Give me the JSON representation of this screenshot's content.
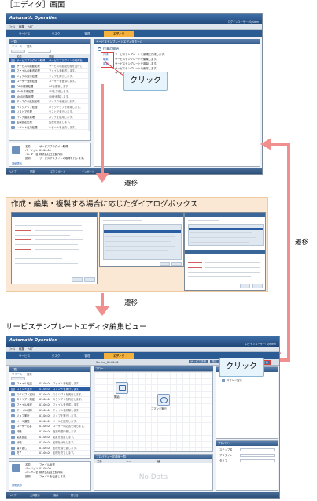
{
  "captions": {
    "editor_screen": "［エディタ］画面",
    "dialogs": "作成・編集・複製する場合に応じたダイアログボックス",
    "template_editor_view": "サービステンプレートエディタ編集ビュー"
  },
  "arrows": {
    "transition_label": "遷移"
  },
  "callouts": {
    "click": "クリック"
  },
  "app": {
    "brand": "Automatic Operation",
    "menus": [
      "ﾌｧｲﾙ",
      "編集",
      "ﾍﾙﾌﾟ"
    ],
    "tabs": [
      "サービス",
      "タスク",
      "管理",
      "エディタ"
    ],
    "user": "ログインユーザー: System"
  },
  "shot1": {
    "left_panel_title": "一覧",
    "left_tabs": [
      "リリース",
      "開発"
    ],
    "columns": [
      "名前",
      "説明"
    ],
    "rows": [
      {
        "name": "サービスプラグイン取得",
        "desc": "サービスプラグインの取得を行います。"
      },
      {
        "name": "サービスの起動処理",
        "desc": "サービスの起動処理を実行します。"
      },
      {
        "name": "ファイルの転送処理",
        "desc": "ファイルを転送します。"
      },
      {
        "name": "ジョブの実行処理",
        "desc": "ジョブを実行します。"
      },
      {
        "name": "ユーザー登録処理",
        "desc": "ユーザーを登録します。"
      },
      {
        "name": "OSの更新処理",
        "desc": "OSを更新します。"
      },
      {
        "name": "VMの作成処理",
        "desc": "VMを作成します。"
      },
      {
        "name": "VMの削除処理",
        "desc": "VMを削除します。"
      },
      {
        "name": "ディスクの追加処理",
        "desc": "ディスクを追加します。"
      },
      {
        "name": "バックアップ処理",
        "desc": "バックアップを取得します。"
      },
      {
        "name": "リストア処理",
        "desc": "リストアを行います。"
      },
      {
        "name": "パッチ適用処理",
        "desc": "パッチを適用します。"
      },
      {
        "name": "監視設定処理",
        "desc": "監視を設定します。"
      },
      {
        "name": "レポート出力処理",
        "desc": "レポートを出力します。"
      }
    ],
    "details": [
      {
        "label": "名前:",
        "value": "サービスプラグイン取得"
      },
      {
        "label": "バージョン:",
        "value": "01.00.00"
      },
      {
        "label": "ベンダー名:",
        "value": "株式会社日立製作所"
      },
      {
        "label": "説明:",
        "value": "サービスプラグインの取得を行います。"
      }
    ],
    "details_link": "詳細表示",
    "right_panel_title": "サービステンプレートエディタホーム",
    "start_title": "作業の開始",
    "start_links": [
      {
        "label": "作成",
        "desc": "サービステンプレートを新規に作成します。"
      },
      {
        "label": "編集",
        "desc": "サービステンプレートを編集します。"
      },
      {
        "label": "複製",
        "desc": "サービステンプレートを複製します。"
      }
    ],
    "extra_lines": [
      "サービステンプレートを削除します。",
      "サービステンプレートをインポートします。"
    ],
    "status": [
      "ヘルプ",
      "更新",
      "エクスポート",
      "インポート"
    ]
  },
  "shot2": {
    "breadcrumb": "Service_01.00.00",
    "canvas_title": "フロー",
    "toolbar": [
      "サービス情報",
      "構成",
      "ビルド",
      "リリース",
      "閉じる"
    ],
    "left_panel_title": "一覧",
    "left_tabs": [
      "リリース",
      "開発"
    ],
    "rows": [
      {
        "name": "ファイル転送",
        "ver": "01.00.00",
        "desc": "ファイルを転送します。"
      },
      {
        "name": "コマンド実行",
        "ver": "01.00.00",
        "desc": "コマンドを実行します。"
      },
      {
        "name": "スクリプト実行",
        "ver": "01.00.00",
        "desc": "スクリプトを実行します。"
      },
      {
        "name": "スクリプト判定",
        "ver": "01.00.00",
        "desc": "スクリプトを判定します。"
      },
      {
        "name": "ファイル作成",
        "ver": "01.00.00",
        "desc": "ファイルを作成します。"
      },
      {
        "name": "ファイル削除",
        "ver": "01.00.00",
        "desc": "ファイルを削除します。"
      },
      {
        "name": "ジョブ実行",
        "ver": "01.00.00",
        "desc": "ジョブを実行します。"
      },
      {
        "name": "メール通知",
        "ver": "01.00.00",
        "desc": "メールで通知します。"
      },
      {
        "name": "ユーザー応答",
        "ver": "01.00.00",
        "desc": "ユーザーの応答を待ちます。"
      },
      {
        "name": "待機",
        "ver": "01.00.00",
        "desc": "指定時間待機します。"
      },
      {
        "name": "変数設定",
        "ver": "01.00.00",
        "desc": "変数を設定します。"
      },
      {
        "name": "分岐",
        "ver": "01.00.00",
        "desc": "処理を分岐します。"
      },
      {
        "name": "繰り返し",
        "ver": "01.00.00",
        "desc": "処理を繰り返します。"
      },
      {
        "name": "終了",
        "ver": "01.00.00",
        "desc": "処理を終了します。"
      }
    ],
    "details": [
      {
        "label": "名前:",
        "value": "ファイル転送"
      },
      {
        "label": "バージョン:",
        "value": "01.00.00"
      },
      {
        "label": "ベンダー名:",
        "value": "株式会社日立製作所"
      },
      {
        "label": "説明:",
        "value": "ファイルを転送します。"
      }
    ],
    "details_link": "詳細表示",
    "nodes": [
      "開始",
      "コマンド実行"
    ],
    "bottom_panel_title": "プロパティー定義値一覧",
    "bottom_columns": [
      "名前",
      "キー",
      "値"
    ],
    "no_data": "No Data",
    "right_top_title": "フロービュー",
    "right_tree": [
      "Service",
      "コマンド実行"
    ],
    "right_bottom_title": "プロパティー",
    "right_bottom_items": [
      "ステップ名",
      "プラグイン",
      "タイプ"
    ],
    "status": [
      "ヘルプ",
      "全体表示",
      "保存",
      "閉じる"
    ]
  }
}
